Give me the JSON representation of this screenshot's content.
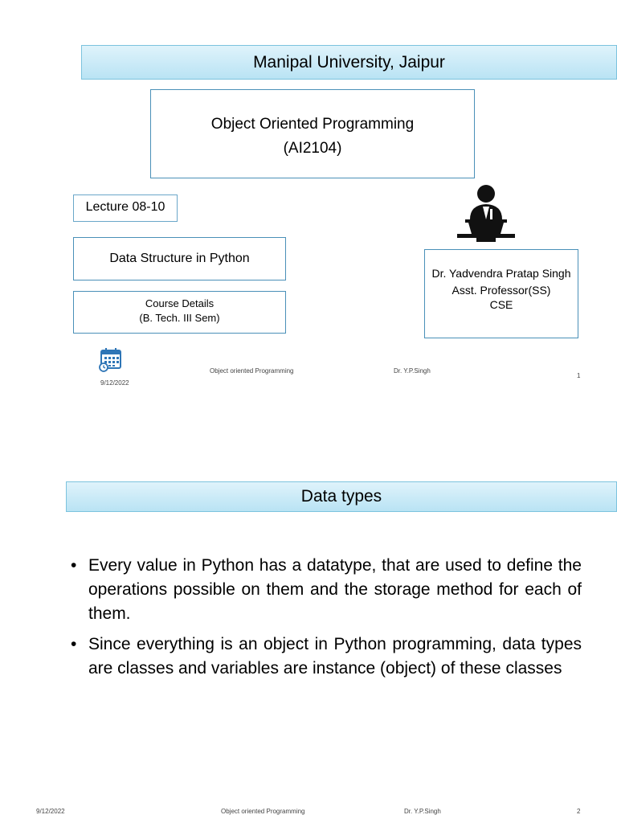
{
  "slide1": {
    "university": "Manipal University, Jaipur",
    "course_title": "Object Oriented Programming",
    "course_code": "(AI2104)",
    "lecture": "Lecture 08-10",
    "topic": "Data Structure in Python",
    "course_details_label": "Course Details",
    "course_details_value": "(B. Tech. III Sem)",
    "instructor_name": "Dr. Yadvendra Pratap Singh",
    "instructor_title": "Asst. Professor(SS)",
    "instructor_dept": "CSE",
    "icons": {
      "speaker": "speaker-podium-icon",
      "calendar": "calendar-icon"
    },
    "footer": {
      "date": "9/12/2022",
      "course": "Object oriented Programming",
      "author": "Dr. Y.P.Singh",
      "page": "1"
    }
  },
  "slide2": {
    "title": "Data types",
    "bullets": [
      "Every value in Python has a datatype, that are used to define the operations possible on them and the storage method for each of them.",
      "Since everything is an object in Python programming, data types are classes and variables are instance (object) of these classes"
    ],
    "bullet_char": "•",
    "footer": {
      "date": "9/12/2022",
      "course": "Object oriented Programming",
      "author": "Dr. Y.P.Singh",
      "page": "2"
    }
  },
  "colors": {
    "banner_top": "#dff3fb",
    "banner_bottom": "#b9e3f4",
    "box_border": "#4a90b8",
    "icon_blue": "#2e75b6"
  }
}
